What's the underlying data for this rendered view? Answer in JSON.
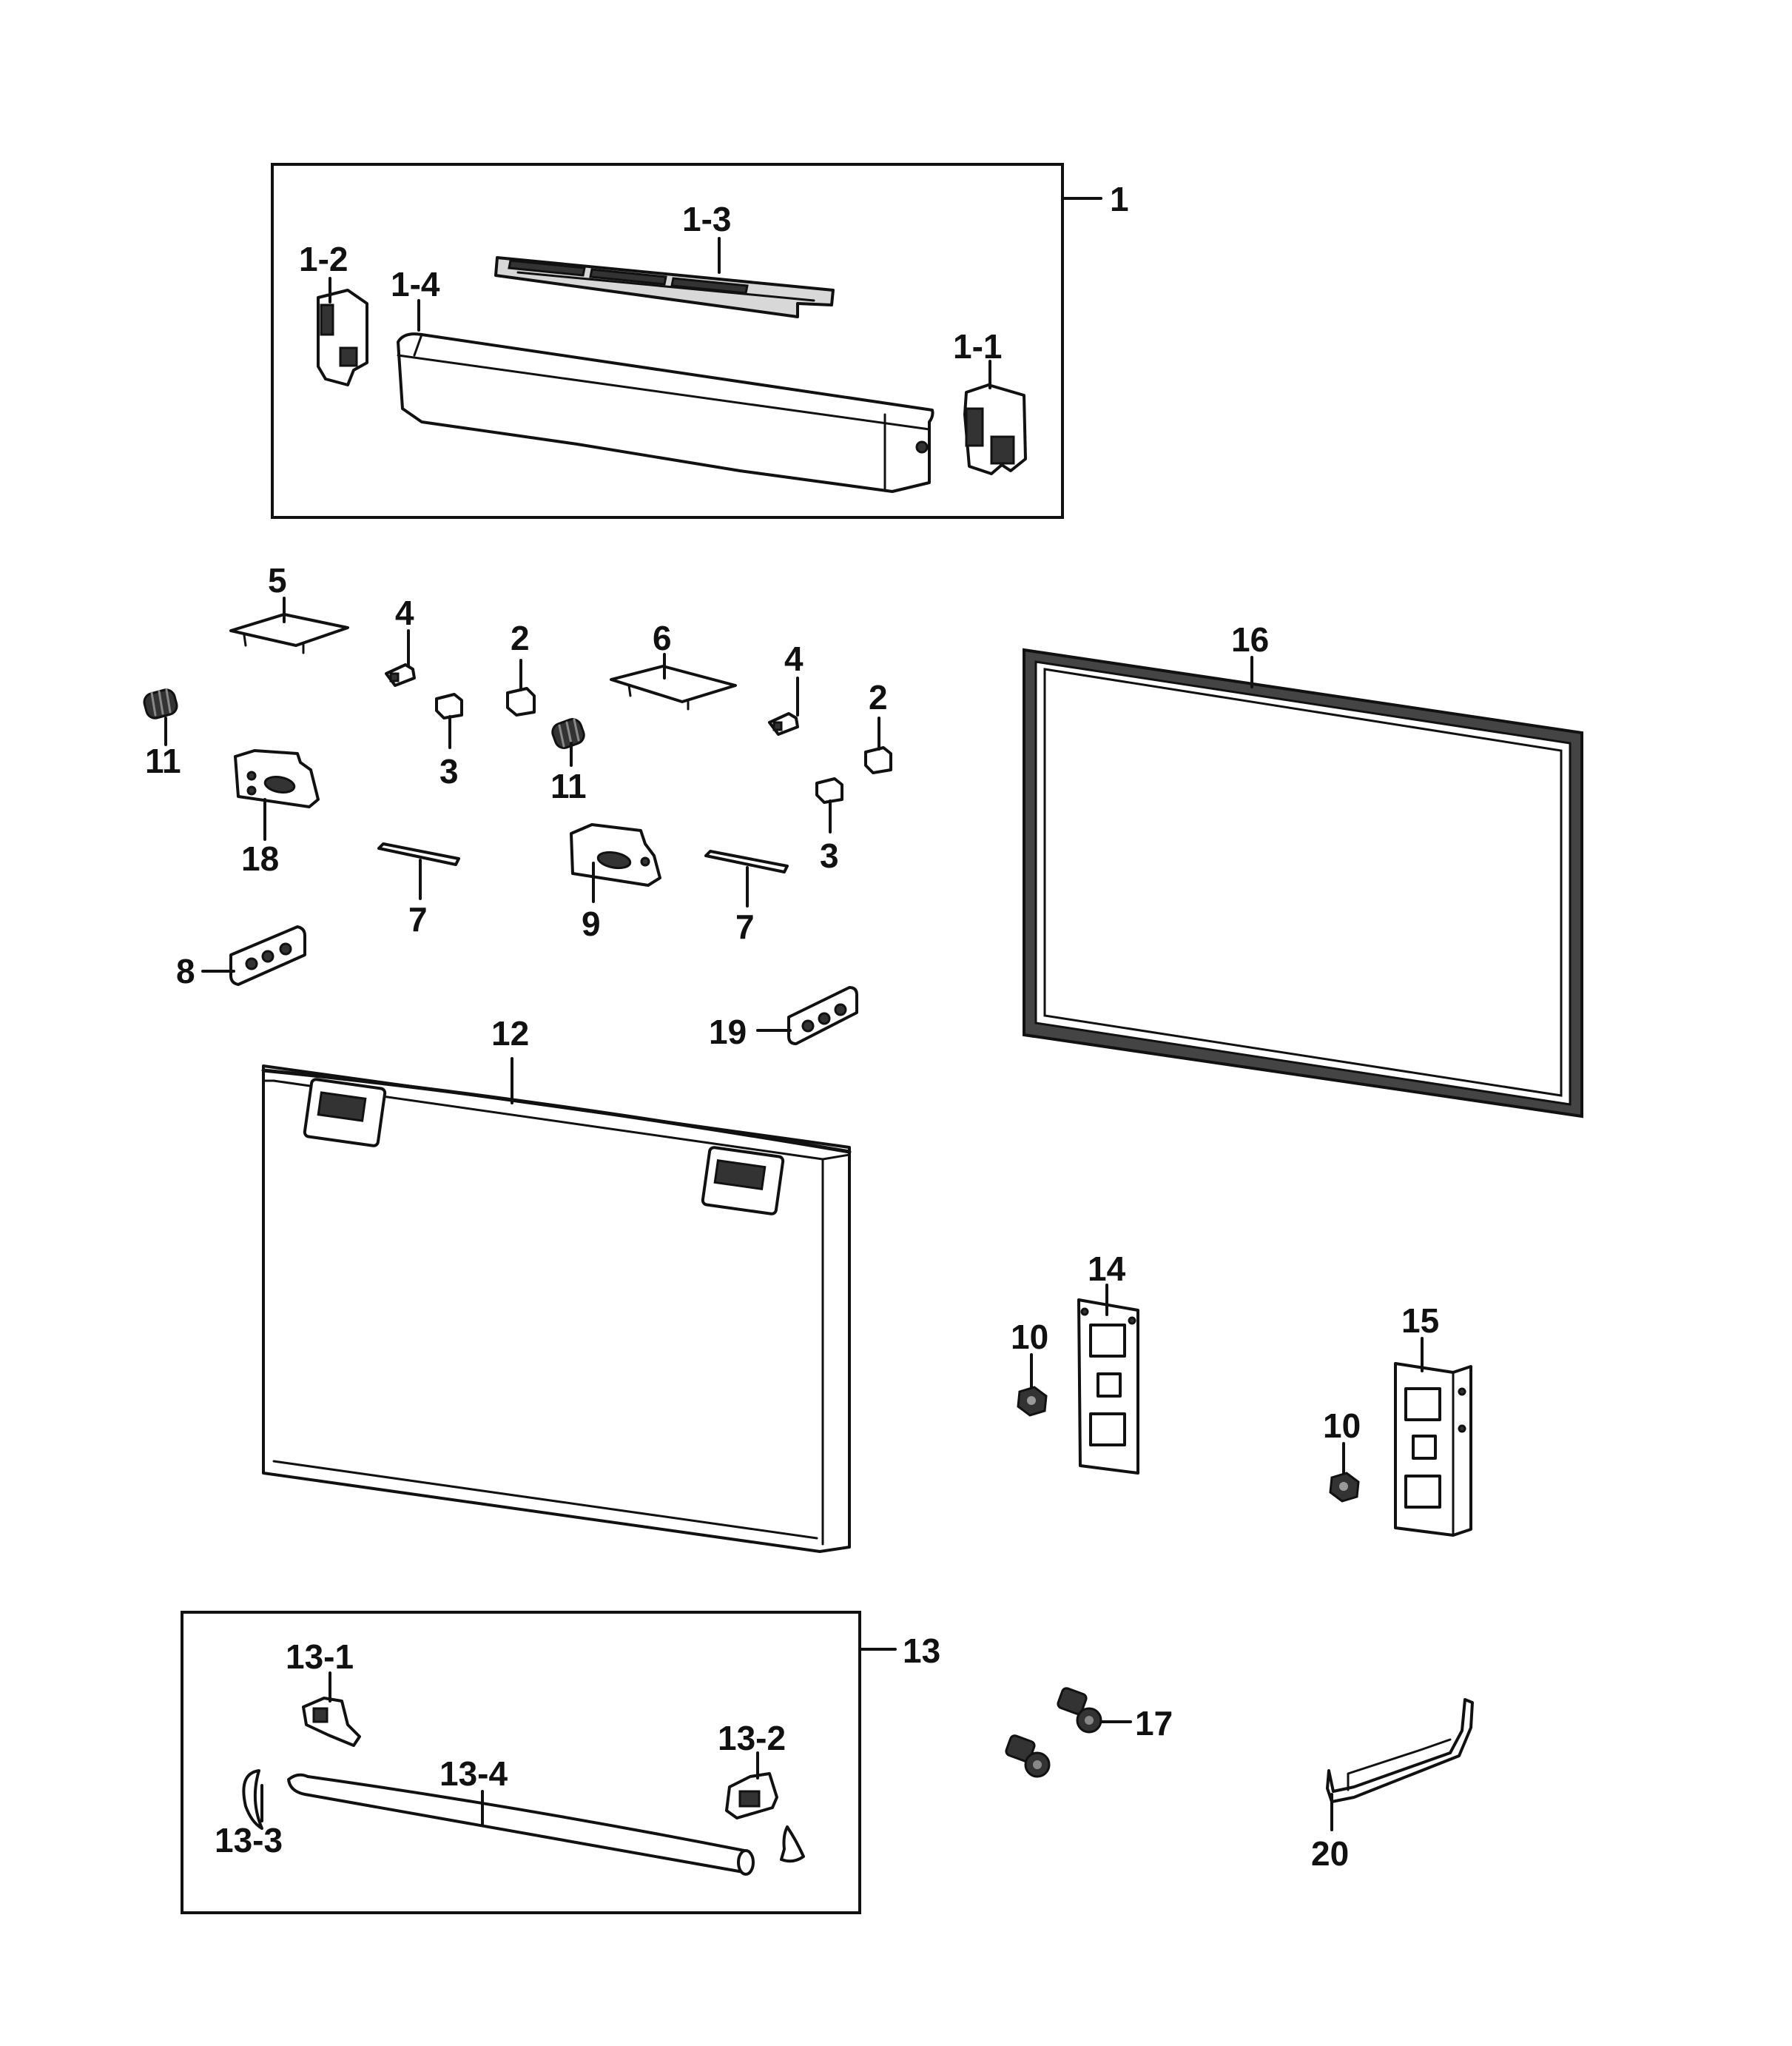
{
  "diagram": {
    "labels": {
      "l1": "1",
      "l1_1": "1-1",
      "l1_2": "1-2",
      "l1_3": "1-3",
      "l1_4": "1-4",
      "l2a": "2",
      "l2b": "2",
      "l3a": "3",
      "l3b": "3",
      "l4a": "4",
      "l4b": "4",
      "l5": "5",
      "l6": "6",
      "l7a": "7",
      "l7b": "7",
      "l8": "8",
      "l9": "9",
      "l10a": "10",
      "l10b": "10",
      "l11a": "11",
      "l11b": "11",
      "l12": "12",
      "l13": "13",
      "l13_1": "13-1",
      "l13_2": "13-2",
      "l13_3": "13-3",
      "l13_4": "13-4",
      "l14": "14",
      "l15": "15",
      "l16": "16",
      "l17": "17",
      "l18": "18",
      "l19": "19",
      "l20": "20"
    }
  }
}
